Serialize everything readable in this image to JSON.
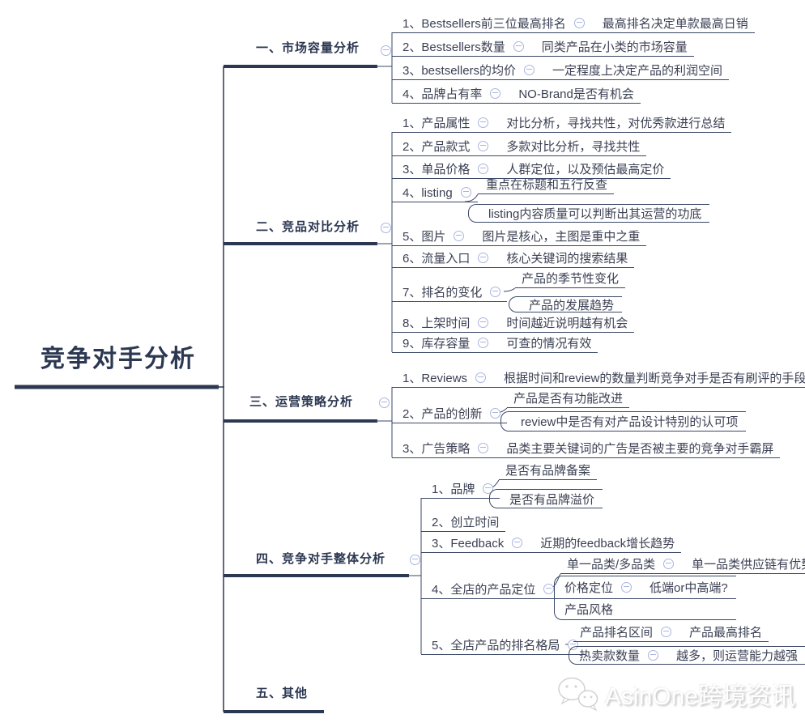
{
  "root": {
    "label": "竞争对手分析"
  },
  "branches": [
    {
      "label": "一、市场容量分析",
      "items": [
        {
          "label": "1、Bestsellers前三位最高排名",
          "note": "最高排名决定单款最高日销"
        },
        {
          "label": "2、Bestsellers数量",
          "note": "同类产品在小类的市场容量"
        },
        {
          "label": "3、bestsellers的均价",
          "note": "一定程度上决定产品的利润空间"
        },
        {
          "label": "4、品牌占有率",
          "note": "NO-Brand是否有机会"
        }
      ]
    },
    {
      "label": "二、竞品对比分析",
      "items": [
        {
          "label": "1、产品属性",
          "note": "对比分析，寻找共性，对优秀款进行总结"
        },
        {
          "label": "2、产品款式",
          "note": "多款对比分析，寻找共性"
        },
        {
          "label": "3、单品价格",
          "note": "人群定位，以及预估最高定价"
        },
        {
          "label": "4、listing",
          "children": [
            {
              "label": "重点在标题和五行反查"
            },
            {
              "label": "listing内容质量可以判断出其运营的功底"
            }
          ]
        },
        {
          "label": "5、图片",
          "note": "图片是核心，主图是重中之重"
        },
        {
          "label": "6、流量入口",
          "note": "核心关键词的搜索结果"
        },
        {
          "label": "7、排名的变化",
          "children": [
            {
              "label": "产品的季节性变化"
            },
            {
              "label": "产品的发展趋势"
            }
          ]
        },
        {
          "label": "8、上架时间",
          "note": "时间越近说明越有机会"
        },
        {
          "label": "9、库存容量",
          "note": "可查的情况有效"
        }
      ]
    },
    {
      "label": "三、运营策略分析",
      "items": [
        {
          "label": "1、Reviews",
          "note": "根据时间和review的数量判断竞争对手是否有刷评的手段推款"
        },
        {
          "label": "2、产品的创新",
          "children": [
            {
              "label": "产品是否有功能改进"
            },
            {
              "label": "review中是否有对产品设计特别的认可项"
            }
          ]
        },
        {
          "label": "3、广告策略",
          "note": "品类主要关键词的广告是否被主要的竞争对手霸屏"
        }
      ]
    },
    {
      "label": "四、竞争对手整体分析",
      "items": [
        {
          "label": "1、品牌",
          "children": [
            {
              "label": "是否有品牌备案"
            },
            {
              "label": "是否有品牌溢价"
            }
          ]
        },
        {
          "label": "2、创立时间"
        },
        {
          "label": "3、Feedback",
          "note": "近期的feedback增长趋势"
        },
        {
          "label": "4、全店的产品定位",
          "children": [
            {
              "label": "单一品类/多品类",
              "note": "单一品类供应链有优势"
            },
            {
              "label": "价格定位",
              "note": "低端or中高端?"
            },
            {
              "label": "产品风格"
            }
          ]
        },
        {
          "label": "5、全店产品的排名格局",
          "children": [
            {
              "label": "产品排名区间",
              "note": "产品最高排名"
            },
            {
              "label": "热卖款数量",
              "note": "越多，则运营能力越强"
            }
          ]
        }
      ]
    },
    {
      "label": "五、其他",
      "items": []
    }
  ],
  "watermark": {
    "label": "AsinOne跨境资讯"
  },
  "colors": {
    "line_dark": "#2c3852",
    "line_thin": "#3a4766",
    "text": "#3c4154",
    "collapse_icon": "#a9b4e0"
  }
}
